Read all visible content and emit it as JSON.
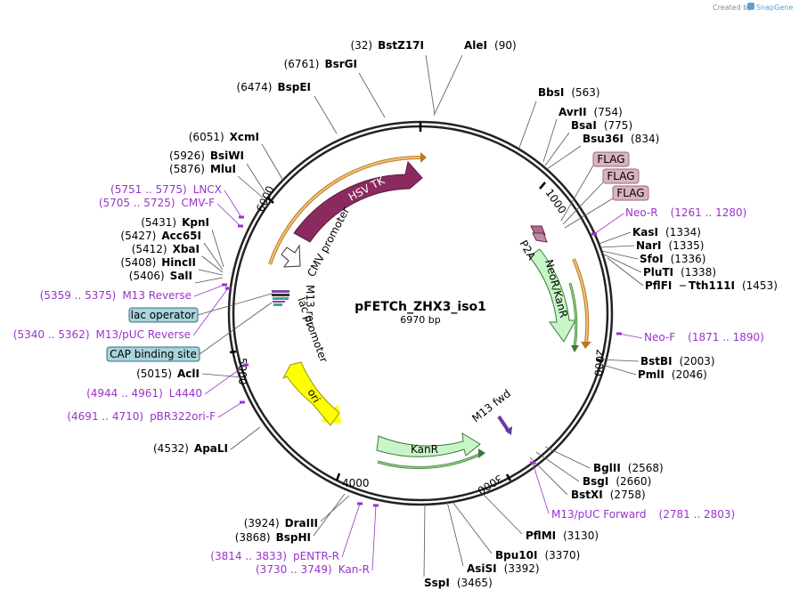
{
  "credit": {
    "text": "Created by",
    "brand": "SnapGene"
  },
  "plasmid": {
    "name": "pFETCh_ZHX3_iso1",
    "size": "6970 bp"
  },
  "ticks": [
    "1000",
    "2000",
    "3000",
    "4000",
    "5000",
    "6000"
  ],
  "features": {
    "hsv_tk": "HSV TK",
    "cmv_promoter": "CMV promoter",
    "m13_rev": "M13 rev",
    "lac_promoter": "lac promoter",
    "ori": "ori",
    "kanr": "KanR",
    "m13_fwd": "M13 fwd",
    "neor": "NeoR/KanR",
    "p2a": "P2A",
    "flag": "FLAG",
    "cap_site": "CAP binding site",
    "lac_operator": "lac operator"
  },
  "enzymes": [
    {
      "pos": "(32)",
      "name": "BstZ17I"
    },
    {
      "name": "AleI",
      "pos": "(90)"
    },
    {
      "pos": "(6761)",
      "name": "BsrGI"
    },
    {
      "pos": "(6474)",
      "name": "BspEI"
    },
    {
      "name": "BbsI",
      "pos": "(563)"
    },
    {
      "name": "AvrII",
      "pos": "(754)"
    },
    {
      "name": "BsaI",
      "pos": "(775)"
    },
    {
      "name": "Bsu36I",
      "pos": "(834)"
    },
    {
      "pos": "(6051)",
      "name": "XcmI"
    },
    {
      "pos": "(5926)",
      "name": "BsiWI"
    },
    {
      "pos": "(5876)",
      "name": "MluI"
    },
    {
      "pos": "(5431)",
      "name": "KpnI"
    },
    {
      "pos": "(5427)",
      "name": "Acc65I"
    },
    {
      "pos": "(5412)",
      "name": "XbaI"
    },
    {
      "pos": "(5408)",
      "name": "HincII"
    },
    {
      "pos": "(5406)",
      "name": "SalI"
    },
    {
      "name": "KasI",
      "pos": "(1334)"
    },
    {
      "name": "NarI",
      "pos": "(1335)"
    },
    {
      "name": "SfoI",
      "pos": "(1336)"
    },
    {
      "name": "PluTI",
      "pos": "(1338)"
    },
    {
      "name": "PflFI",
      "pos": ""
    },
    {
      "name": "Tth111I",
      "pos": "(1453)"
    },
    {
      "name": "BstBI",
      "pos": "(2003)"
    },
    {
      "name": "PmlI",
      "pos": "(2046)"
    },
    {
      "pos": "(5015)",
      "name": "AclI"
    },
    {
      "pos": "(4532)",
      "name": "ApaLI"
    },
    {
      "name": "BglII",
      "pos": "(2568)"
    },
    {
      "name": "BsgI",
      "pos": "(2660)"
    },
    {
      "name": "BstXI",
      "pos": "(2758)"
    },
    {
      "name": "PflMI",
      "pos": "(3130)"
    },
    {
      "name": "Bpu10I",
      "pos": "(3370)"
    },
    {
      "name": "AsiSI",
      "pos": "(3392)"
    },
    {
      "name": "SspI",
      "pos": "(3465)"
    },
    {
      "pos": "(3924)",
      "name": "DraIII"
    },
    {
      "pos": "(3868)",
      "name": "BspHI"
    }
  ],
  "primers": [
    {
      "range": "(5751 .. 5775)",
      "name": "LNCX"
    },
    {
      "range": "(5705 .. 5725)",
      "name": "CMV-F"
    },
    {
      "name": "Neo-R",
      "range": "(1261 .. 1280)"
    },
    {
      "range": "(5359 .. 5375)",
      "name": "M13 Reverse"
    },
    {
      "range": "(5340 .. 5362)",
      "name": "M13/pUC Reverse"
    },
    {
      "name": "Neo-F",
      "range": "(1871 .. 1890)"
    },
    {
      "range": "(4944 .. 4961)",
      "name": "L4440"
    },
    {
      "range": "(4691 .. 4710)",
      "name": "pBR322ori-F"
    },
    {
      "name": "M13/pUC Forward",
      "range": "(2781 .. 2803)"
    },
    {
      "range": "(3814 .. 3833)",
      "name": "pENTR-R"
    },
    {
      "range": "(3730 .. 3749)",
      "name": "Kan-R"
    }
  ],
  "colors": {
    "hsv_tk": "#8b2a5e",
    "neor": "#c8f5c8",
    "kanr": "#c8f5c8",
    "ori": "#ffff00",
    "primer": "#9933cc",
    "orange": "#e8a030",
    "green": "#44aa33"
  }
}
